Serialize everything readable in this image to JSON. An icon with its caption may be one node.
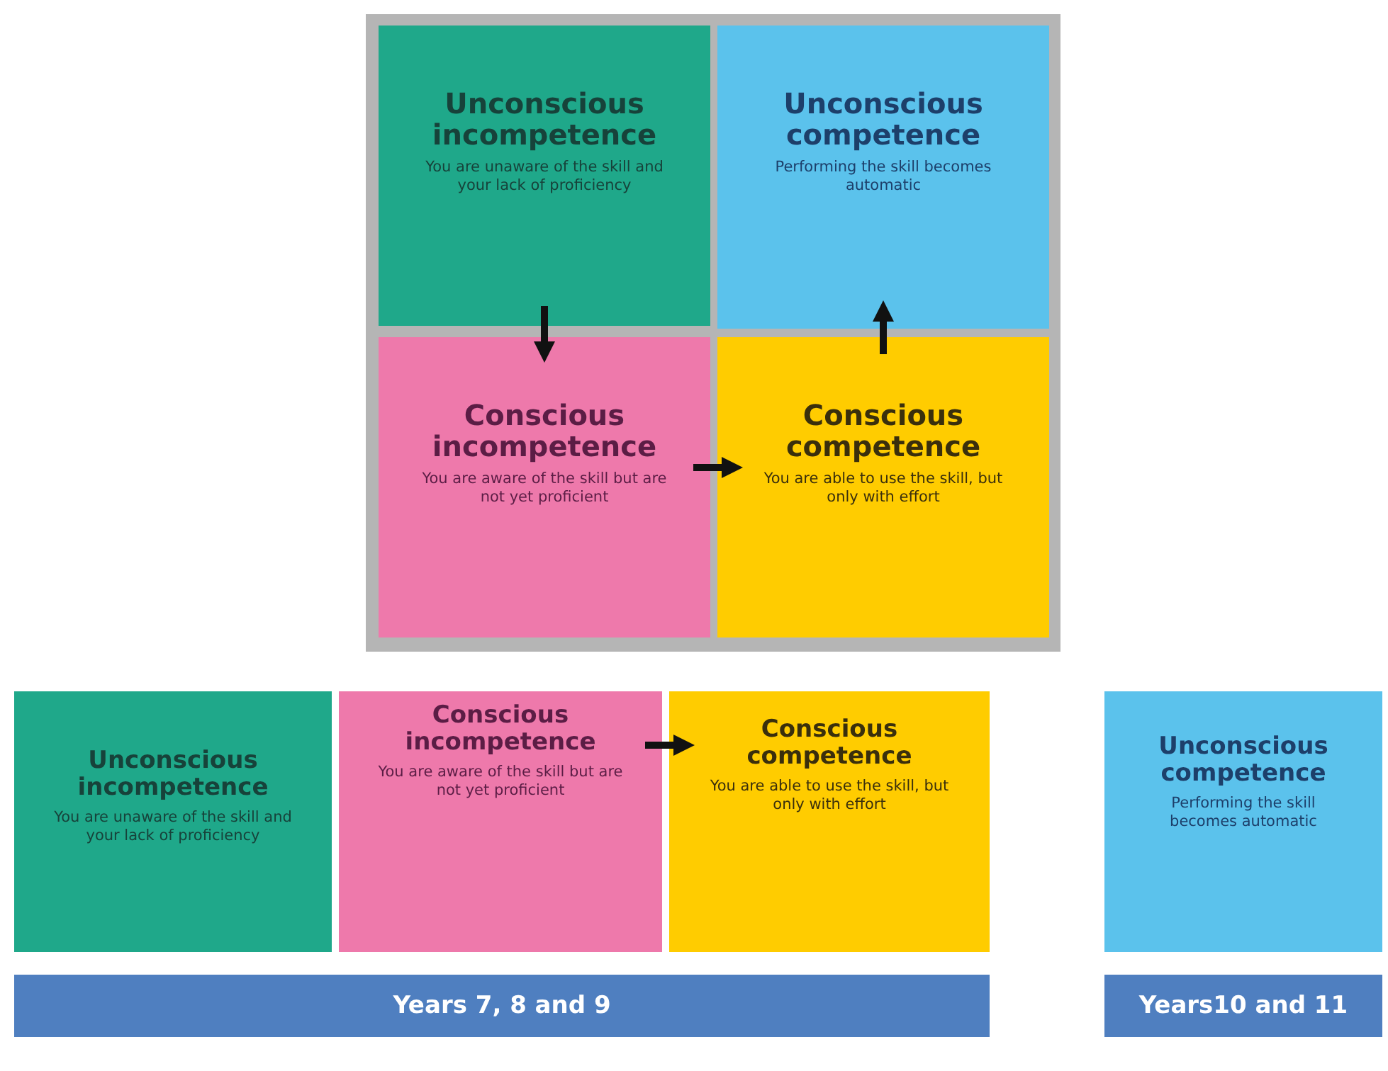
{
  "diagram": {
    "nodes": [
      {
        "text": [],
        "shape": "box"
      },
      {
        "text": [
          "Unconscious incompetence",
          "You are unaware of the skill and your lack of proficiency"
        ],
        "in": 0
      },
      {
        "text": [
          "Unconscious competence",
          "Performing the skill becomes automatic"
        ],
        "in": 0
      },
      {
        "text": [
          "Conscious incompetence",
          "You are aware of the skill but are not yet proficient"
        ],
        "in": 0
      },
      {
        "text": [
          "Conscious competence",
          "You are able to use the skill, but only with effort"
        ],
        "in": 0
      },
      {
        "text": [
          "Unconscious incompetence",
          "You are unaware of the skill and your lack of proficiency"
        ]
      },
      {
        "text": [
          "Conscious incompetence",
          "You are aware of the skill but are not yet proficient"
        ]
      },
      {
        "text": [
          "Conscious competence",
          "You are able to use the skill, but only with effort"
        ]
      },
      {
        "text": [
          "Unconscious competence",
          "Performing the skill becomes automatic"
        ]
      },
      {
        "text": [
          "Years 7, 8 and 9"
        ]
      },
      {
        "text": [
          "Years10 and 11"
        ]
      }
    ],
    "edges": [
      {
        "from": 1,
        "to": 3,
        "arrow": "to"
      },
      {
        "from": 3,
        "to": 4,
        "arrow": "to"
      },
      {
        "from": 4,
        "to": 2,
        "arrow": "to"
      },
      {
        "from": 6,
        "to": 7,
        "arrow": "to"
      }
    ]
  }
}
